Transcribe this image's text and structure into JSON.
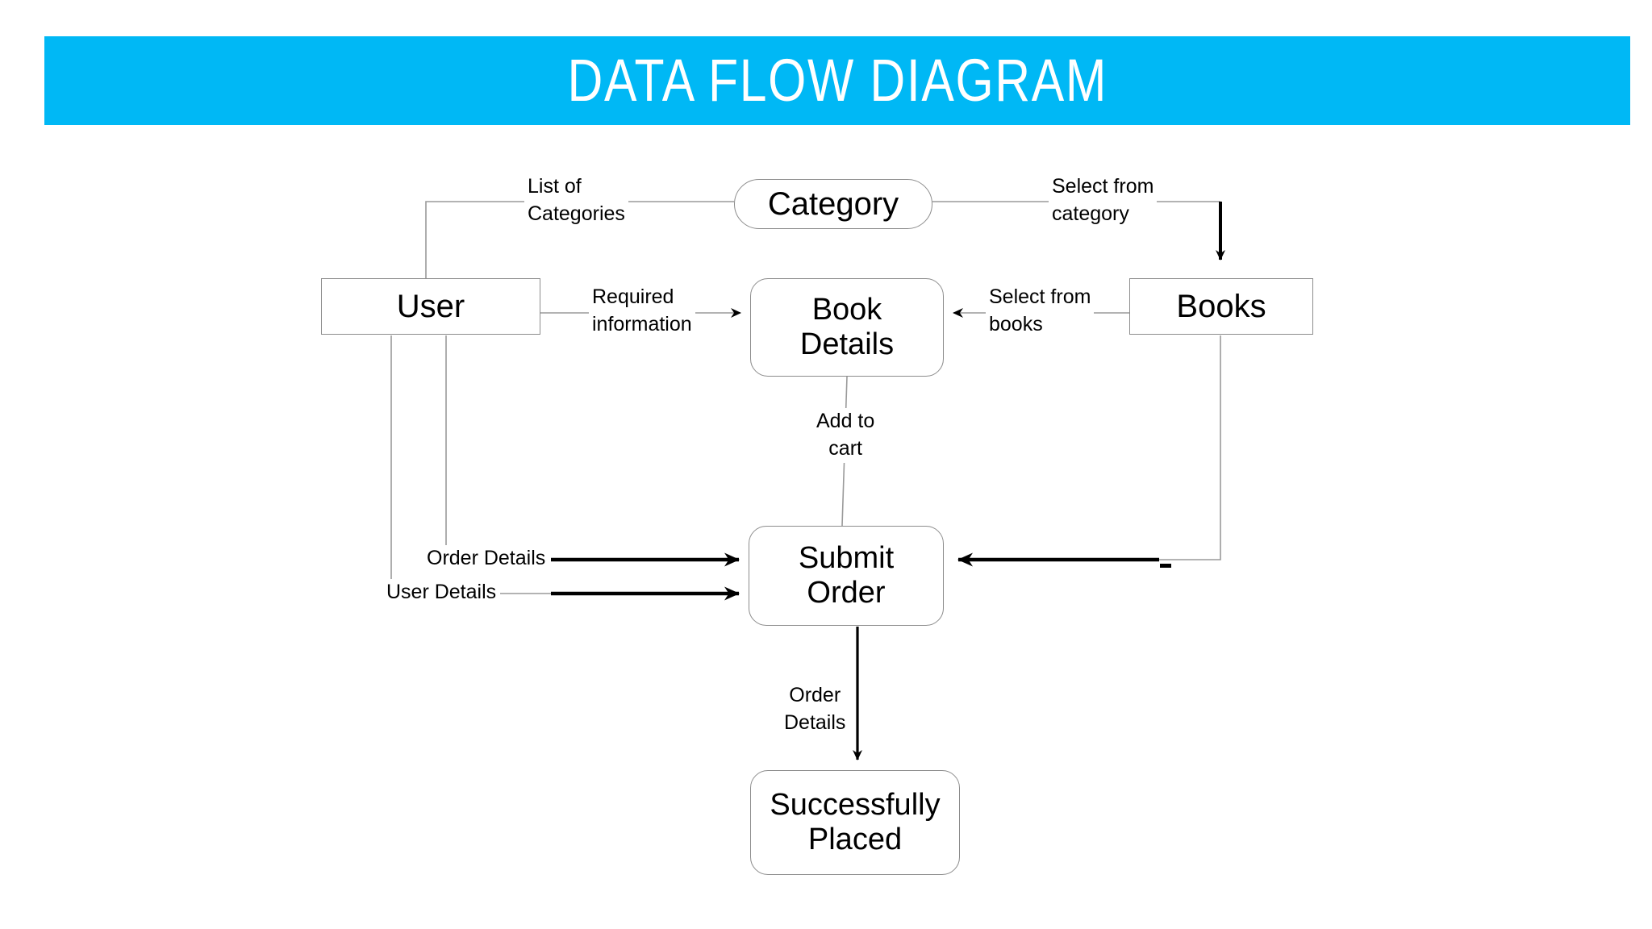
{
  "header": {
    "title": "DATA FLOW DIAGRAM",
    "background_color": "#00b8f5",
    "text_color": "#ffffff"
  },
  "diagram": {
    "type": "data-flow-diagram",
    "background_color": "#ffffff",
    "node_border_color": "#8c8c8c",
    "connector_color": "#9a9a9a",
    "arrow_color": "#000000",
    "nodes": [
      {
        "id": "category",
        "label": "Category",
        "shape": "pill"
      },
      {
        "id": "user",
        "label": "User",
        "shape": "rectangle"
      },
      {
        "id": "book",
        "label": "Book\nDetails",
        "shape": "rounded-rectangle"
      },
      {
        "id": "books",
        "label": "Books",
        "shape": "rectangle"
      },
      {
        "id": "submit",
        "label": "Submit\nOrder",
        "shape": "rounded-rectangle"
      },
      {
        "id": "success",
        "label": "Successfully\nPlaced",
        "shape": "rounded-rectangle"
      }
    ],
    "edges": [
      {
        "id": "e1",
        "from": "category",
        "to": "user",
        "label": "List of\nCategories",
        "arrow": false
      },
      {
        "id": "e2",
        "from": "category",
        "to": "books",
        "label": "Select from\ncategory",
        "arrow": true
      },
      {
        "id": "e3",
        "from": "user",
        "to": "book",
        "label": "Required\ninformation",
        "arrow": true
      },
      {
        "id": "e4",
        "from": "books",
        "to": "book",
        "label": "Select from\nbooks",
        "arrow": true
      },
      {
        "id": "e5",
        "from": "book",
        "to": "submit",
        "label": "Add to\ncart",
        "arrow": false
      },
      {
        "id": "e6",
        "from": "user",
        "to": "submit",
        "label": "Order Details",
        "arrow": true
      },
      {
        "id": "e7",
        "from": "user",
        "to": "submit",
        "label": "User Details",
        "arrow": true
      },
      {
        "id": "e8",
        "from": "books",
        "to": "submit",
        "label": "",
        "arrow": true
      },
      {
        "id": "e9",
        "from": "submit",
        "to": "success",
        "label": "Order\nDetails",
        "arrow": true
      }
    ]
  }
}
